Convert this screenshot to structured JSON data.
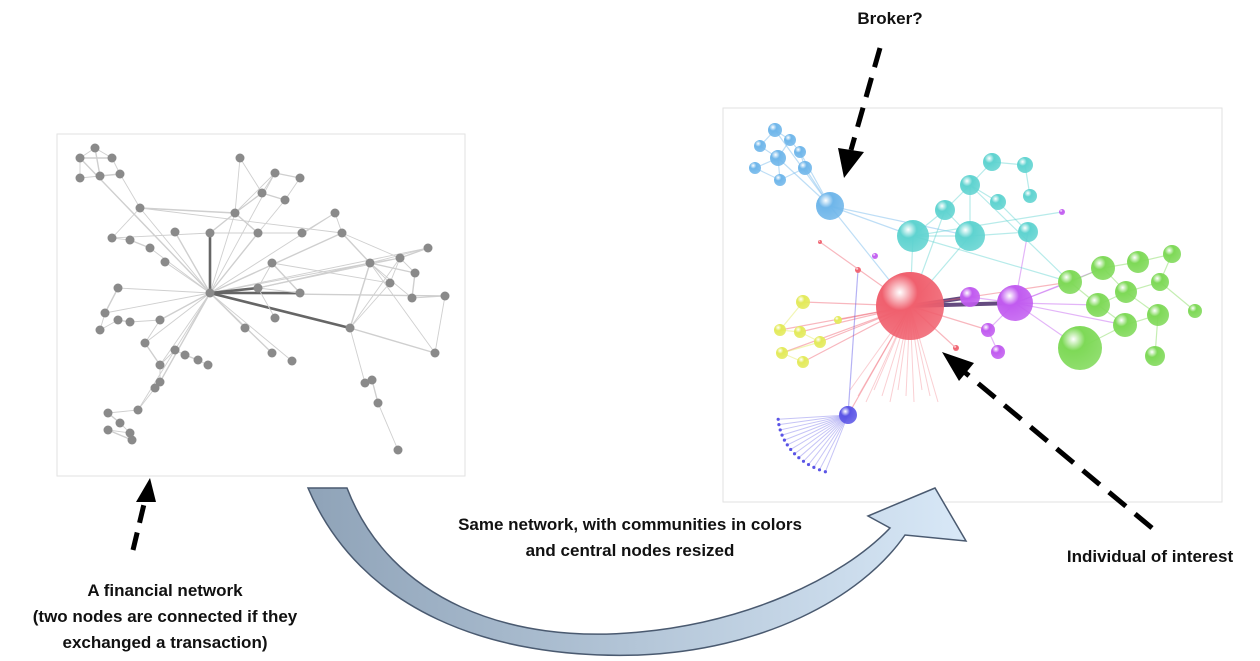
{
  "labels": {
    "broker": "Broker?",
    "individual": "Individual of interest",
    "transform_line1": "Same network, with communities in colors",
    "transform_line2": "and central nodes resized",
    "financial_line1": "A financial network",
    "financial_line2": "(two nodes are connected if they",
    "financial_line3": "exchanged a transaction)"
  },
  "colors": {
    "gray_node": "#8a8a8a",
    "gray_edge": "#cfcfcf",
    "arrow_fill_start": "#8fa3b8",
    "arrow_fill_end": "#d8e8f7",
    "community_cyan": "#5fd3d0",
    "community_blue": "#6fb6ea",
    "community_green": "#7ed957",
    "community_yellow": "#e3ea5a",
    "community_magenta": "#c15bf0",
    "community_red": "#f0606e",
    "community_indigo": "#5b55e6"
  }
}
